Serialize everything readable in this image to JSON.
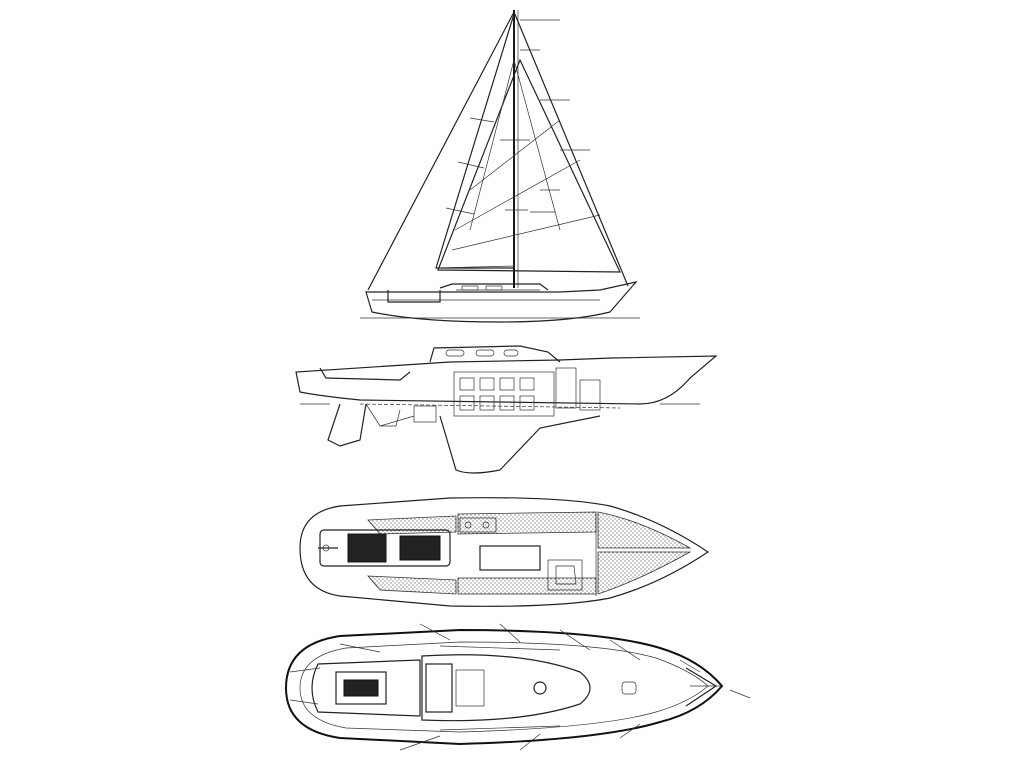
{
  "drawing": {
    "views": [
      {
        "name": "sail-plan"
      },
      {
        "name": "inboard-profile"
      },
      {
        "name": "accommodation-plan"
      },
      {
        "name": "deck-plan"
      }
    ]
  },
  "colors": {
    "ink": "#222222",
    "background": "#ffffff"
  }
}
